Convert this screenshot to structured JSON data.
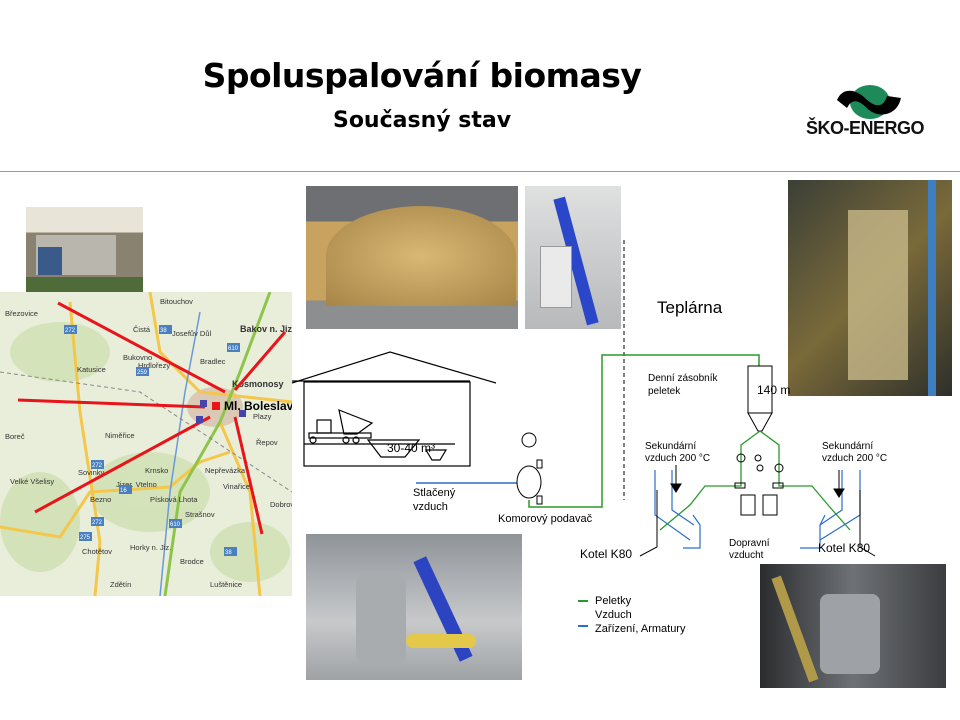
{
  "slide": {
    "title": "Spoluspalování biomasy",
    "subtitle": "Současný stav"
  },
  "logo": {
    "text": "ŠKO-ENERGO",
    "icon": "sko-energo-logo-icon",
    "color": "#1e8a5a"
  },
  "map": {
    "labels": [
      "Bitouchov",
      "Březovice",
      "Čistá",
      "Josefův Důl",
      "Bakov n. Jiz.",
      "Bukovno",
      "Hrdlořezy",
      "Bradlec",
      "Katusice",
      "Kosmonosy",
      "Ml. Boleslav",
      "Plazy",
      "Boreč",
      "Niměřice",
      "Řepov",
      "Krnsko",
      "Nepřevázka",
      "Sovinky",
      "Jizer. Vtelno",
      "Vinařice",
      "Velké Všelisy",
      "Bezno",
      "Písková Lhota",
      "Strašnov",
      "Dobrovice",
      "Chotětov",
      "Horky n. Jiz.",
      "Brodce",
      "Zdětín",
      "Luštěnice"
    ],
    "road_numbers": [
      "272",
      "38",
      "610",
      "259",
      "16",
      "272",
      "272",
      "610",
      "38",
      "275"
    ]
  },
  "diagram": {
    "teplarna": "Teplárna",
    "silo_label_1": "Denní zásobník",
    "silo_label_2": "peletek",
    "silo_volume": "140 m",
    "storage_volume": "30-40 m³",
    "compressed_air_1": "Stlačený",
    "compressed_air_2": "vzduch",
    "feeder": "Komorový podavač",
    "secondary_left_1": "Sekundární",
    "secondary_left_2": "vzduch 200 °C",
    "secondary_right_1": "Sekundární",
    "secondary_right_2": "vzduch 200 °C",
    "boiler_left": "Kotel K80",
    "boiler_right": "Kotel K80",
    "transport_air_1": "Dopravní",
    "transport_air_2": "vzducht",
    "legend": [
      {
        "label": "Peletky",
        "color": "#2a9a2a"
      },
      {
        "label": "Vzduch",
        "color": "#ffffff"
      },
      {
        "label": "Zařízení, Armatury",
        "color": "#2a6fc9"
      }
    ]
  }
}
